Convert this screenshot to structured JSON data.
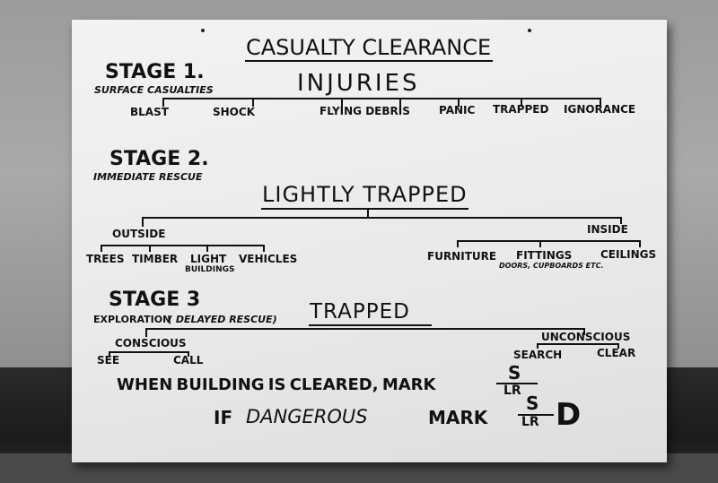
{
  "board": {
    "title": "CASUALTY CLEARANCE",
    "stage1": {
      "label": "STAGE 1.",
      "sublabel": "SURFACE CASUALTIES",
      "heading": "INJURIES",
      "items": [
        "BLAST",
        "SHOCK",
        "FLYING DEBRIS",
        "PANIC",
        "TRAPPED",
        "IGNORANCE"
      ]
    },
    "stage2": {
      "label": "STAGE 2.",
      "sublabel": "IMMEDIATE RESCUE",
      "heading": "LIGHTLY TRAPPED",
      "outside": {
        "label": "OUTSIDE",
        "items": [
          "TREES",
          "TIMBER",
          "LIGHT",
          "VEHICLES"
        ],
        "light_sub": "BUILDINGS"
      },
      "inside": {
        "label": "INSIDE",
        "items": [
          "FURNITURE",
          "FITTINGS",
          "CEILINGS"
        ],
        "fittings_sub": "DOORS, CUPBOARDS ETC."
      }
    },
    "stage3": {
      "label": "STAGE 3",
      "sublabel_a": "EXPLORATION",
      "sublabel_b": "( DELAYED RESCUE)",
      "heading": "TRAPPED",
      "conscious": {
        "label": "CONSCIOUS",
        "items": [
          "SEE",
          "CALL"
        ]
      },
      "unconscious": {
        "label": "UNCONSCIOUS",
        "items": [
          "SEARCH",
          "CLEAR"
        ]
      }
    },
    "marks": {
      "line1": "WHEN BUILDING IS CLEARED,  MARK",
      "line2_a": "IF",
      "line2_b": "DANGEROUS",
      "line2_c": "MARK",
      "frac_top": "S",
      "frac_bottom": "LR",
      "suffix": "D"
    }
  }
}
